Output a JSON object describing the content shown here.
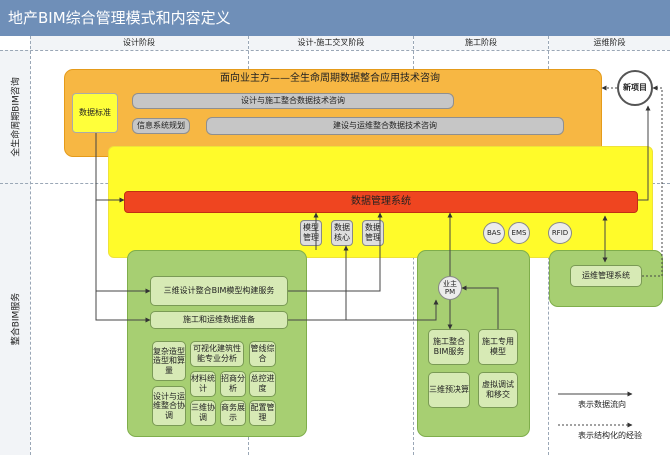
{
  "title": "地产BIM综合管理模式和内容定义",
  "phases": [
    "设计阶段",
    "设计-施工交叉阶段",
    "施工阶段",
    "运维阶段"
  ],
  "bands": {
    "consulting": "全生命周期BIM咨询",
    "services": "整合BIM服务"
  },
  "consulting_panel": {
    "heading": "面向业主方——全生命周期数据整合应用技术咨询",
    "data_standard": "数据标准",
    "design_construction": "设计与施工整合数据技术咨询",
    "info_system": "信息系统规划",
    "construction_ops": "建设与运维整合数据技术咨询",
    "new_project": "新项目"
  },
  "data_system": {
    "name": "数据管理系统",
    "modules": [
      "模型管理",
      "数据核心",
      "数据管理"
    ],
    "integrations": [
      "BAS",
      "EMS",
      "RFID"
    ]
  },
  "design_services": {
    "modeling": "三维设计整合BIM模型构建服务",
    "data_prep": "施工和运维数据准备",
    "grid": [
      "复杂造型造型和算量",
      "可视化建筑性能专业分析",
      "管线综合",
      "材料统计",
      "招商分析",
      "总控进度",
      "设计与运维整合协调",
      "三维协调",
      "商务展示",
      "配置管理"
    ]
  },
  "construction_services": {
    "pm": "业主PM",
    "items": [
      "施工整合BIM服务",
      "施工专用模型",
      "三维预决算",
      "虚拟调试和移交"
    ]
  },
  "operations_services": {
    "system": "运维管理系统"
  },
  "legend": {
    "data_flow": "表示数据流向",
    "structured_experience": "表示结构化的经验"
  },
  "colors": {
    "title_bg": "#6f8fb8",
    "orange": "#f7b743",
    "yellow": "#fffb2a",
    "red": "#ef4520",
    "green": "#a7cf72"
  }
}
